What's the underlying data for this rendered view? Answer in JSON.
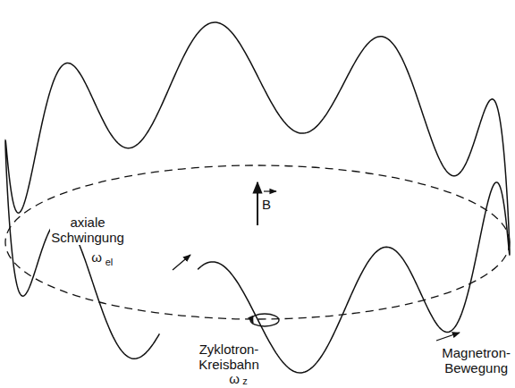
{
  "diagram": {
    "labels": [
      "B",
      "axiale Schwingung",
      "ω",
      "el",
      "Zyklotron-Kreisbahn",
      "ω",
      "z",
      "Magnetron-Bewegung"
    ]
  }
}
